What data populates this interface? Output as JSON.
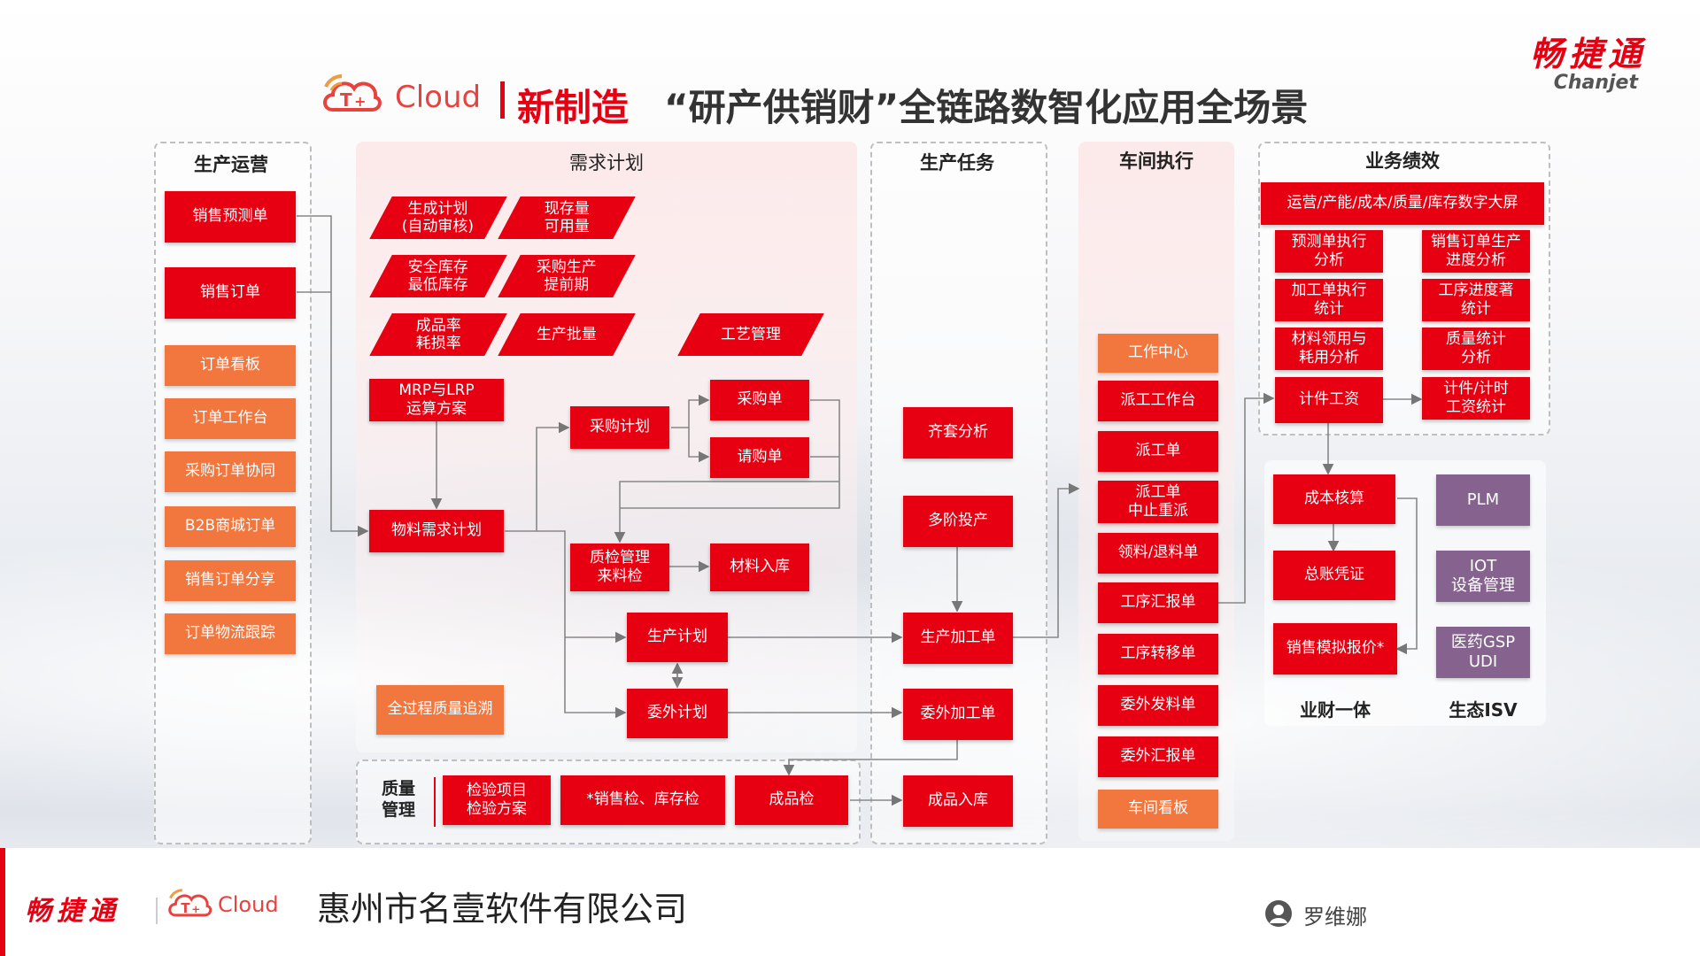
{
  "header": {
    "brand_text": "Cloud",
    "title_prefix": "新制造",
    "title_main": "“研产供销财”全链路数智化应用全场景",
    "corner_logo_cn": "畅捷通",
    "corner_logo_en": "Chanjet"
  },
  "columns": {
    "ops": "生产运营",
    "plan": "需求计划",
    "task": "生产任务",
    "shop": "车间执行",
    "perf": "业务绩效"
  },
  "ops_items": {
    "forecast": "销售预测单",
    "order": "销售订单",
    "board": "订单看板",
    "workbench": "订单工作台",
    "po_collab": "采购订单协同",
    "b2b": "B2B商城订单",
    "share": "销售订单分享",
    "logistics": "订单物流跟踪"
  },
  "plan_items": {
    "p1": "生成计划\n(自动审核)",
    "p2": "现存量\n可用量",
    "p3": "安全库存\n最低库存",
    "p4": "采购生产\n提前期",
    "p5": "成品率\n耗损率",
    "p6": "生产批量",
    "p7": "工艺管理",
    "mrp": "MRP与LRP\n运算方案",
    "mrp_plan": "物料需求计划",
    "purchase_plan": "采购计划",
    "po": "采购单",
    "req": "请购单",
    "qc": "质检管理\n来料检",
    "receipt": "材料入库",
    "prod_plan": "生产计划",
    "outsource_plan": "委外计划",
    "trace": "全过程质量追溯"
  },
  "quality": {
    "label": "质量\n管理",
    "i1": "检验项目\n检验方案",
    "i2": "*销售检、库存检",
    "i3": "成品检"
  },
  "task_items": {
    "kit": "齐套分析",
    "multi": "多阶投产",
    "work_order": "生产加工单",
    "out_order": "委外加工单",
    "fg_in": "成品入库"
  },
  "shop_items": {
    "wc": "工作中心",
    "dispatch_wb": "派工工作台",
    "dispatch": "派工单",
    "dispatch_stop": "派工单\n中止重派",
    "issue": "领料/退料单",
    "report": "工序汇报单",
    "transfer": "工序转移单",
    "out_issue": "委外发料单",
    "out_report": "委外汇报单",
    "board": "车间看板"
  },
  "perf_items": {
    "screen": "运营/产能/成本/质量/库存数字大屏",
    "a1": "预测单执行\n分析",
    "a2": "销售订单生产\n进度分析",
    "a3": "加工单执行\n统计",
    "a4": "工序进度著\n统计",
    "a5": "材料领用与\n耗用分析",
    "a6": "质量统计\n分析",
    "a7": "计件工资",
    "a8": "计件/计时\n工资统计",
    "cost": "成本核算",
    "gl": "总账凭证",
    "quote": "销售模拟报价*",
    "fin_label": "业财一体",
    "plm": "PLM",
    "iot": "IOT\n设备管理",
    "gsp": "医药GSP\nUDI",
    "isv_label": "生态ISV"
  },
  "footer": {
    "logo_cn": "畅捷通",
    "brand_text": "Cloud",
    "company": "惠州市名壹软件有限公司",
    "user": "罗维娜"
  },
  "colors": {
    "red": "#e60012",
    "orange": "#f2773f",
    "purple": "#86628f"
  }
}
